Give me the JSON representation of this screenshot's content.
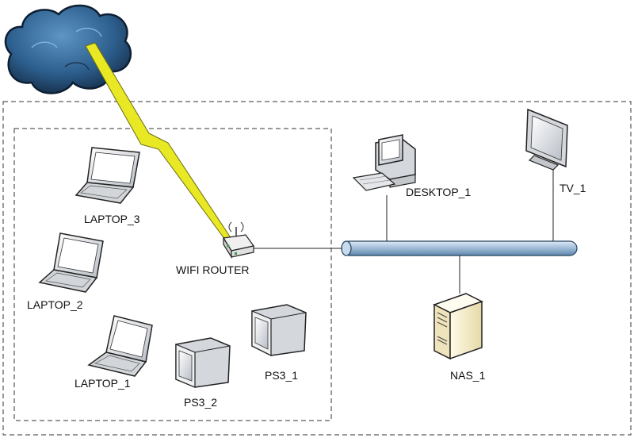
{
  "devices": {
    "laptop_3": "LAPTOP_3",
    "laptop_2": "LAPTOP_2",
    "laptop_1": "LAPTOP_1",
    "wifi_router": "WIFI ROUTER",
    "ps3_1": "PS3_1",
    "ps3_2": "PS3_2",
    "desktop_1": "DESKTOP_1",
    "tv_1": "TV_1",
    "nas_1": "NAS_1"
  },
  "icons": {
    "internet": "cloud-icon",
    "link": "lightning-bolt-icon",
    "backbone": "network-bus-icon"
  },
  "colors": {
    "cloud": "#2d5f8e",
    "bolt": "#e8e825",
    "bus": "#9dbad6",
    "border": "#333333"
  }
}
